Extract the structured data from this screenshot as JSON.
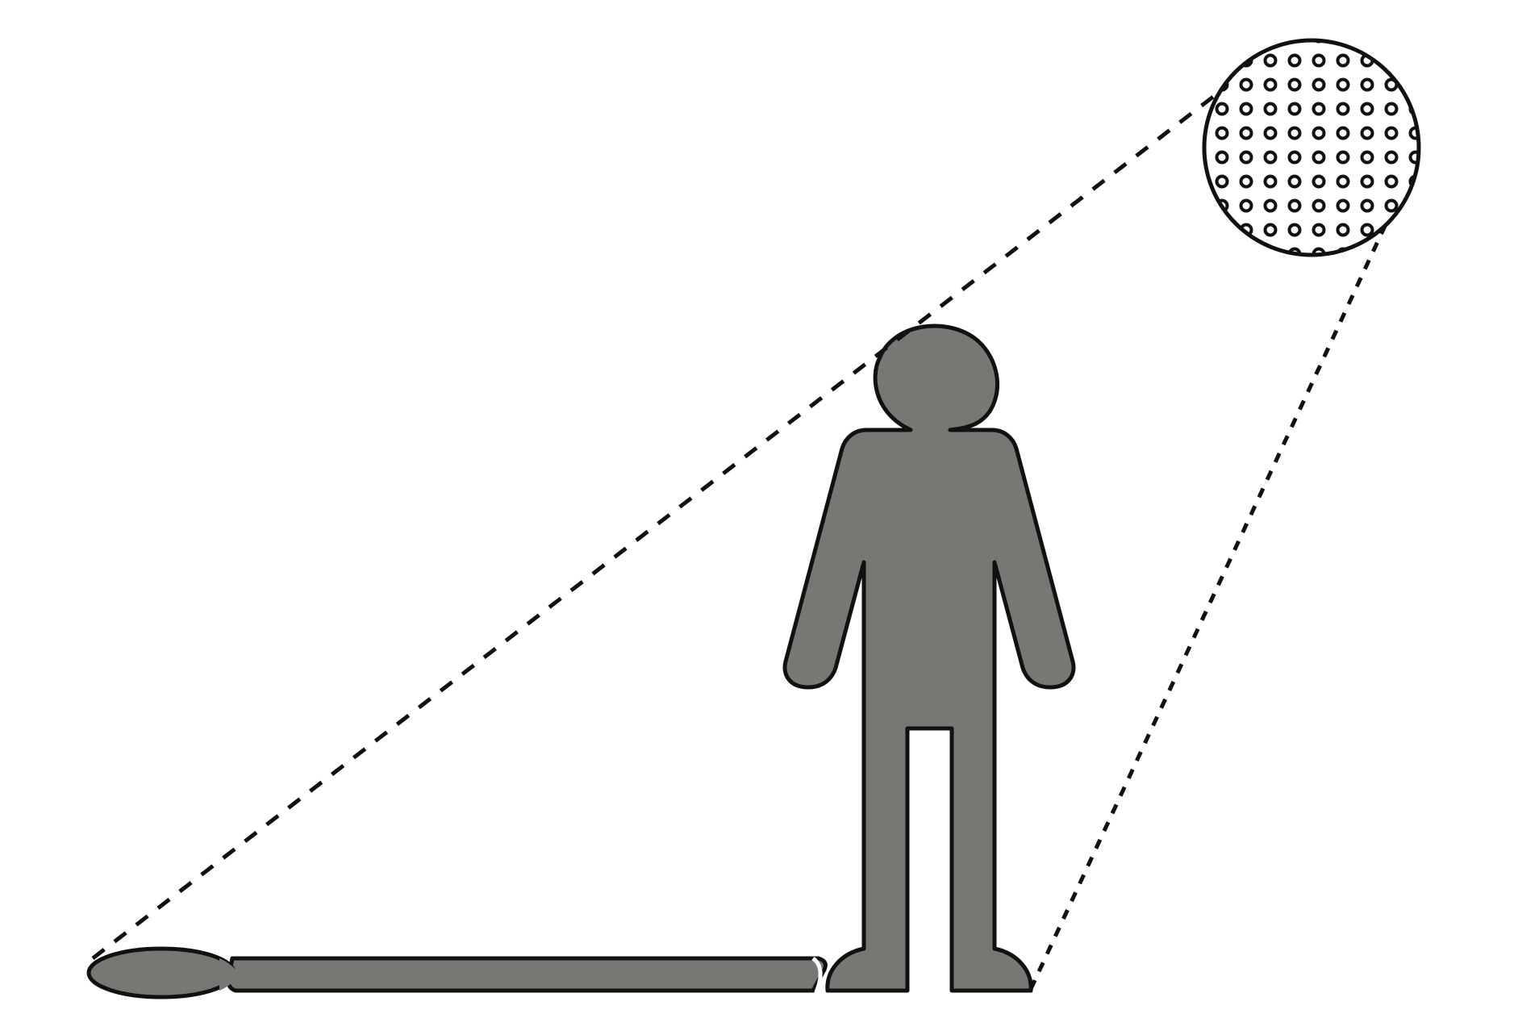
{
  "colors": {
    "background": "#ffffff",
    "figure_fill": "#757873",
    "shadow_fill": "#757873",
    "outline": "#111111",
    "sun_fill": "#ffffff",
    "sun_pattern": "#111111",
    "ray_line": "#111111"
  },
  "elements": {
    "light_source": "sun",
    "sun_pattern": "hollow-dots",
    "person": "standing-person-silhouette",
    "shadow": "ground-shadow",
    "rays": [
      "upper-ray-dashed",
      "lower-ray-dotted"
    ]
  }
}
